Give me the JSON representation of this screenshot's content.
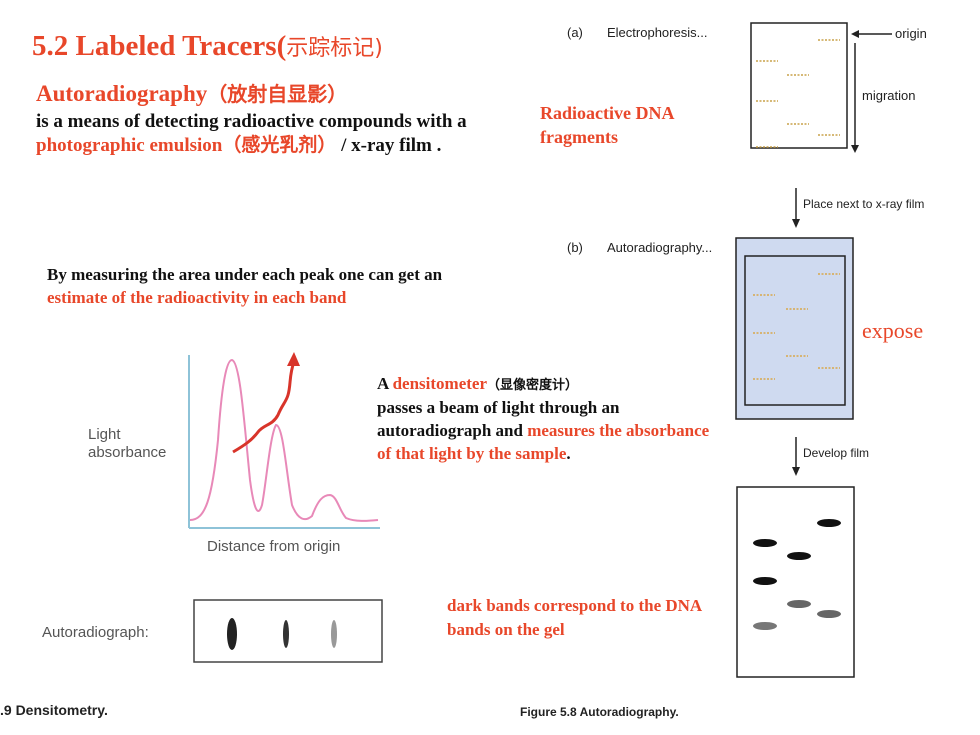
{
  "title": {
    "main": "5.2 Labeled Tracers(",
    "cn": "示踪标记)"
  },
  "autoradiography": {
    "heading": "Autoradiography",
    "heading_cn": "（放射自显影）",
    "body_1": "is a means of detecting radioactive compounds with a ",
    "body_highlight_1": "photographic emulsion（感光乳剂）",
    "body_2": " / x-ray film ."
  },
  "measure": {
    "text_1": "By measuring the area under each peak one can get an ",
    "highlight": "estimate of the radioactivity in each band"
  },
  "densitometer": {
    "prefix": "A ",
    "term": "densitometer",
    "term_cn": "（显像密度计）",
    "text_1": "passes a beam of light through an autoradiograph and ",
    "highlight": "measures the absorbance of that light by the sample",
    "suffix": "."
  },
  "graph": {
    "ylabel_1": "Light",
    "ylabel_2": "absorbance",
    "xlabel": "Distance from origin",
    "curve_color": "#e889b8"
  },
  "autoradiograph_label": "Autoradiograph:",
  "fig_caption_left": ".9   Densitometry.",
  "right_figure": {
    "label_a": "(a)",
    "title_a": "Electrophoresis...",
    "origin": "origin",
    "migration": "migration",
    "radioactive": "Radioactive DNA fragments",
    "place_next": "Place next to x-ray film",
    "label_b": "(b)",
    "title_b": "Autoradiography...",
    "expose": "expose",
    "develop": "Develop film",
    "dark_bands": "dark bands correspond to the DNA bands on the gel",
    "caption": "Figure 5.8   Autoradiography.",
    "film_color": "#cfdaf0"
  }
}
